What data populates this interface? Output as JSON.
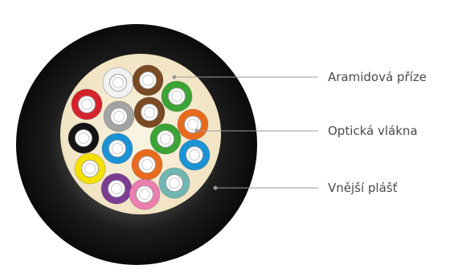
{
  "labels": {
    "aramid": "Aramidová příze",
    "fibers": "Optická vlákna",
    "sheath": "Vnější plášť"
  },
  "colors": {
    "sheath": "#111111",
    "filler": "#f6ecd2",
    "leader": "#9a9a9a",
    "fiber_core": "#ffffff"
  },
  "fibers": [
    {
      "name": "white",
      "color": "#f2f2f2"
    },
    {
      "name": "brown",
      "color": "#7a4a24"
    },
    {
      "name": "green",
      "color": "#3aa535"
    },
    {
      "name": "red",
      "color": "#d4232b"
    },
    {
      "name": "grey",
      "color": "#a3a3a3"
    },
    {
      "name": "brown",
      "color": "#7a4a24"
    },
    {
      "name": "orange",
      "color": "#ea6a1c"
    },
    {
      "name": "black",
      "color": "#141414"
    },
    {
      "name": "blue",
      "color": "#1a93d5"
    },
    {
      "name": "green",
      "color": "#3aa535"
    },
    {
      "name": "blue",
      "color": "#1a93d5"
    },
    {
      "name": "orange",
      "color": "#ea6a1c"
    },
    {
      "name": "yellow",
      "color": "#f5e100"
    },
    {
      "name": "turquoise",
      "color": "#6fb6b2"
    },
    {
      "name": "violet",
      "color": "#7a3d93"
    },
    {
      "name": "pink",
      "color": "#ec7fb0"
    }
  ]
}
